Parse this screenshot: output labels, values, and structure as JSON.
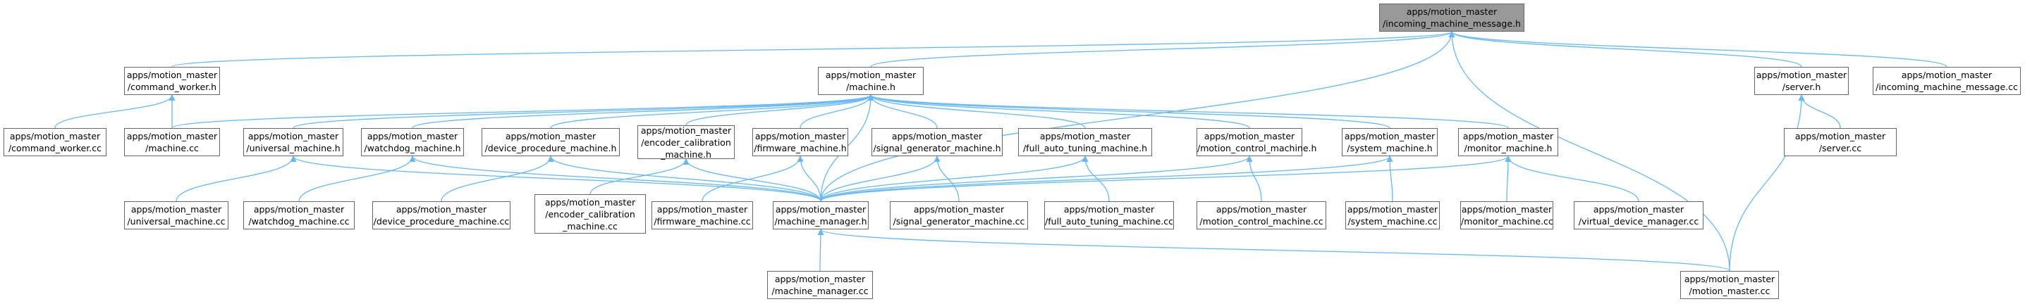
{
  "colors": {
    "edge": "#63b8ff",
    "node_border": "#666666",
    "root_fill": "#999999",
    "node_fill": "#ffffff"
  },
  "nodes": [
    {
      "id": "root",
      "lines": [
        "apps/motion_master",
        "/incoming_machine_message.h"
      ],
      "root": true
    },
    {
      "id": "command_worker_h",
      "lines": [
        "apps/motion_master",
        "/command_worker.h"
      ]
    },
    {
      "id": "machine_h",
      "lines": [
        "apps/motion_master",
        "/machine.h"
      ]
    },
    {
      "id": "server_h",
      "lines": [
        "apps/motion_master",
        "/server.h"
      ]
    },
    {
      "id": "incoming_cc",
      "lines": [
        "apps/motion_master",
        "/incoming_machine_message.cc"
      ]
    },
    {
      "id": "command_worker_cc",
      "lines": [
        "apps/motion_master",
        "/command_worker.cc"
      ]
    },
    {
      "id": "machine_cc",
      "lines": [
        "apps/motion_master",
        "/machine.cc"
      ]
    },
    {
      "id": "universal_h",
      "lines": [
        "apps/motion_master",
        "/universal_machine.h"
      ]
    },
    {
      "id": "watchdog_h",
      "lines": [
        "apps/motion_master",
        "/watchdog_machine.h"
      ]
    },
    {
      "id": "device_proc_h",
      "lines": [
        "apps/motion_master",
        "/device_procedure_machine.h"
      ]
    },
    {
      "id": "encoder_h",
      "lines": [
        "apps/motion_master",
        "/encoder_calibration",
        "_machine.h"
      ]
    },
    {
      "id": "firmware_h",
      "lines": [
        "apps/motion_master",
        "/firmware_machine.h"
      ]
    },
    {
      "id": "signal_h",
      "lines": [
        "apps/motion_master",
        "/signal_generator_machine.h"
      ]
    },
    {
      "id": "full_auto_h",
      "lines": [
        "apps/motion_master",
        "/full_auto_tuning_machine.h"
      ]
    },
    {
      "id": "motion_control_h",
      "lines": [
        "apps/motion_master",
        "/motion_control_machine.h"
      ]
    },
    {
      "id": "system_h",
      "lines": [
        "apps/motion_master",
        "/system_machine.h"
      ]
    },
    {
      "id": "monitor_h",
      "lines": [
        "apps/motion_master",
        "/monitor_machine.h"
      ]
    },
    {
      "id": "server_cc",
      "lines": [
        "apps/motion_master",
        "/server.cc"
      ]
    },
    {
      "id": "universal_cc",
      "lines": [
        "apps/motion_master",
        "/universal_machine.cc"
      ]
    },
    {
      "id": "watchdog_cc",
      "lines": [
        "apps/motion_master",
        "/watchdog_machine.cc"
      ]
    },
    {
      "id": "device_proc_cc",
      "lines": [
        "apps/motion_master",
        "/device_procedure_machine.cc"
      ]
    },
    {
      "id": "encoder_cc",
      "lines": [
        "apps/motion_master",
        "/encoder_calibration",
        "_machine.cc"
      ]
    },
    {
      "id": "firmware_cc",
      "lines": [
        "apps/motion_master",
        "/firmware_machine.cc"
      ]
    },
    {
      "id": "machine_manager_h",
      "lines": [
        "apps/motion_master",
        "/machine_manager.h"
      ]
    },
    {
      "id": "signal_cc",
      "lines": [
        "apps/motion_master",
        "/signal_generator_machine.cc"
      ]
    },
    {
      "id": "full_auto_cc",
      "lines": [
        "apps/motion_master",
        "/full_auto_tuning_machine.cc"
      ]
    },
    {
      "id": "motion_control_cc",
      "lines": [
        "apps/motion_master",
        "/motion_control_machine.cc"
      ]
    },
    {
      "id": "system_cc",
      "lines": [
        "apps/motion_master",
        "/system_machine.cc"
      ]
    },
    {
      "id": "monitor_cc",
      "lines": [
        "apps/motion_master",
        "/monitor_machine.cc"
      ]
    },
    {
      "id": "virtual_device_cc",
      "lines": [
        "apps/motion_master",
        "/virtual_device_manager.cc"
      ]
    },
    {
      "id": "machine_manager_cc",
      "lines": [
        "apps/motion_master",
        "/machine_manager.cc"
      ]
    },
    {
      "id": "motion_master_cc",
      "lines": [
        "apps/motion_master",
        "/motion_master.cc"
      ]
    }
  ],
  "edges": [
    [
      "command_worker_h",
      "root"
    ],
    [
      "machine_h",
      "root"
    ],
    [
      "server_h",
      "root"
    ],
    [
      "incoming_cc",
      "root"
    ],
    [
      "machine_manager_h",
      "root"
    ],
    [
      "motion_master_cc",
      "root"
    ],
    [
      "command_worker_cc",
      "command_worker_h"
    ],
    [
      "machine_cc",
      "command_worker_h"
    ],
    [
      "machine_cc",
      "machine_h"
    ],
    [
      "universal_h",
      "machine_h"
    ],
    [
      "watchdog_h",
      "machine_h"
    ],
    [
      "device_proc_h",
      "machine_h"
    ],
    [
      "encoder_h",
      "machine_h"
    ],
    [
      "firmware_h",
      "machine_h"
    ],
    [
      "signal_h",
      "machine_h"
    ],
    [
      "full_auto_h",
      "machine_h"
    ],
    [
      "motion_control_h",
      "machine_h"
    ],
    [
      "system_h",
      "machine_h"
    ],
    [
      "monitor_h",
      "machine_h"
    ],
    [
      "machine_manager_h",
      "machine_h"
    ],
    [
      "server_cc",
      "server_h"
    ],
    [
      "motion_master_cc",
      "server_h"
    ],
    [
      "universal_cc",
      "universal_h"
    ],
    [
      "machine_manager_h",
      "universal_h"
    ],
    [
      "watchdog_cc",
      "watchdog_h"
    ],
    [
      "machine_manager_h",
      "watchdog_h"
    ],
    [
      "device_proc_cc",
      "device_proc_h"
    ],
    [
      "machine_manager_h",
      "device_proc_h"
    ],
    [
      "encoder_cc",
      "encoder_h"
    ],
    [
      "machine_manager_h",
      "encoder_h"
    ],
    [
      "firmware_cc",
      "firmware_h"
    ],
    [
      "machine_manager_h",
      "firmware_h"
    ],
    [
      "signal_cc",
      "signal_h"
    ],
    [
      "machine_manager_h",
      "signal_h"
    ],
    [
      "full_auto_cc",
      "full_auto_h"
    ],
    [
      "machine_manager_h",
      "full_auto_h"
    ],
    [
      "motion_control_cc",
      "motion_control_h"
    ],
    [
      "machine_manager_h",
      "motion_control_h"
    ],
    [
      "system_cc",
      "system_h"
    ],
    [
      "machine_manager_h",
      "system_h"
    ],
    [
      "monitor_cc",
      "monitor_h"
    ],
    [
      "virtual_device_cc",
      "monitor_h"
    ],
    [
      "machine_manager_h",
      "monitor_h"
    ],
    [
      "machine_manager_cc",
      "machine_manager_h"
    ],
    [
      "motion_master_cc",
      "machine_manager_h"
    ]
  ]
}
